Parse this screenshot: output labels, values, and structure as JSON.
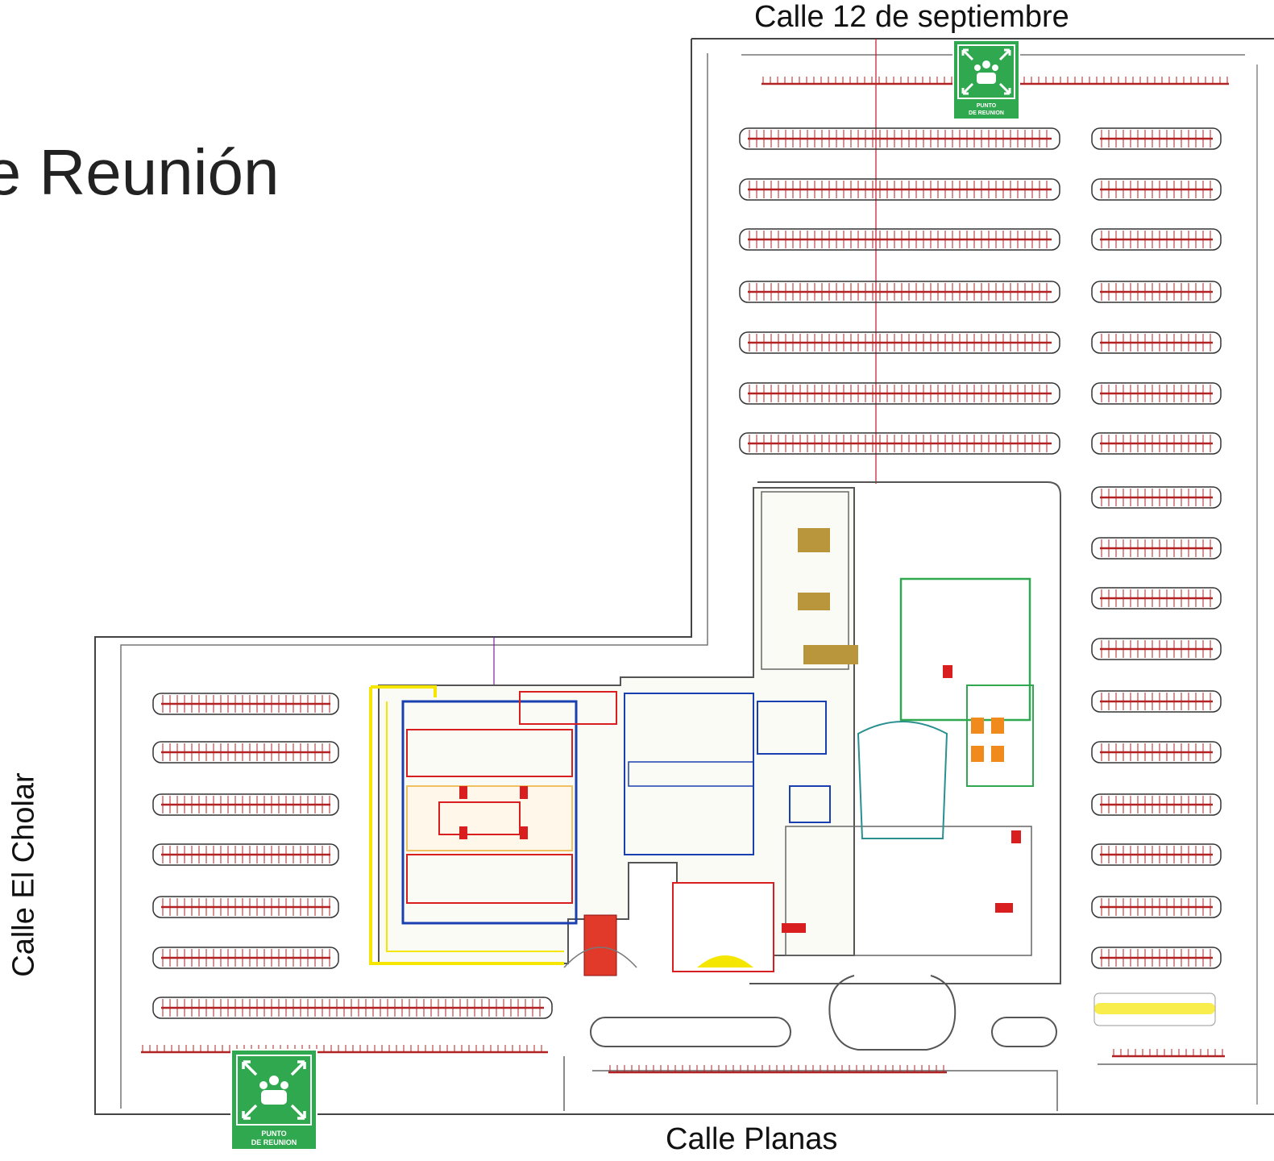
{
  "page": {
    "title": "le Reunión"
  },
  "streets": {
    "top": "Calle 12 de septiembre",
    "left": "Calle El Cholar",
    "bottom": "Calle Planas"
  },
  "assembly_points": [
    {
      "line1": "PUNTO",
      "line2": "DE REUNION"
    },
    {
      "line1": "PUNTO",
      "line2": "DE REUNION"
    }
  ],
  "colors": {
    "assembly_green": "#2fa84f",
    "parking_line": "#b22222",
    "outline": "#333333",
    "building_blue": "#1a3fb0",
    "building_red": "#d81e1e",
    "building_yellow": "#f5e600",
    "building_tan": "#b9953c"
  },
  "icons": [
    "assembly-point-icon",
    "arrow-icon"
  ]
}
